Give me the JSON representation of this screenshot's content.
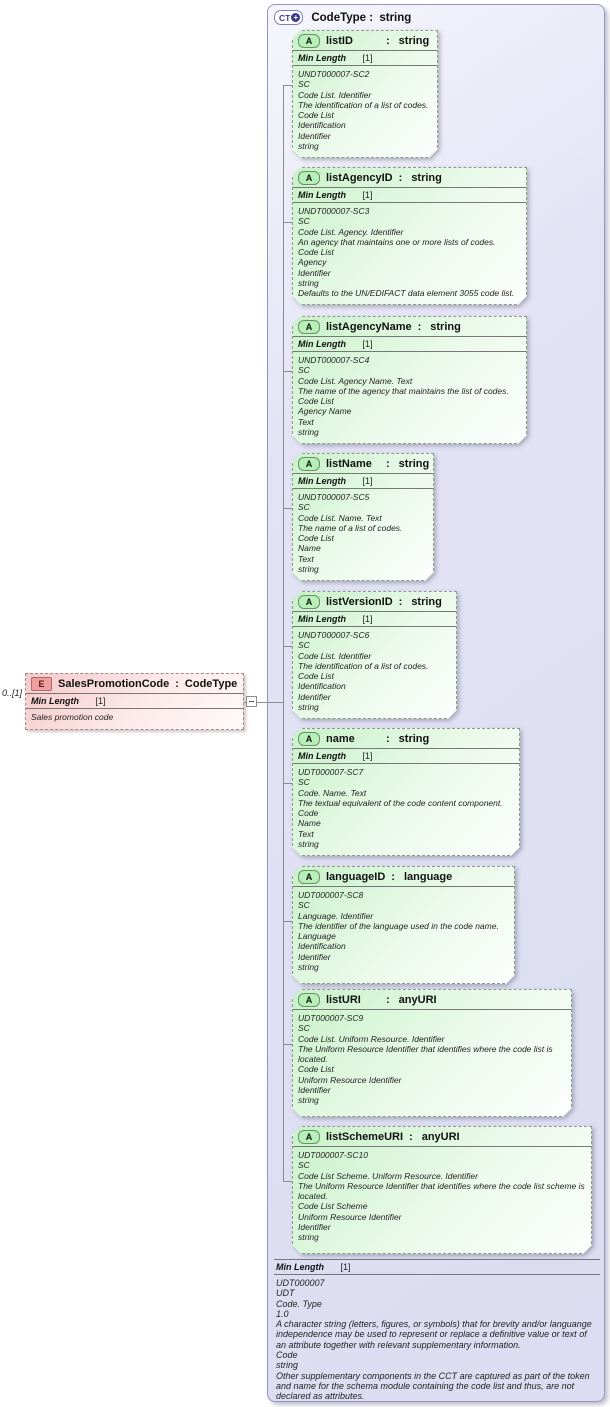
{
  "labels": {
    "colon": ":",
    "min_length": "Min Length",
    "occurs": "[1]"
  },
  "icons": {
    "complex_type": "CT",
    "plus": "+",
    "attribute": "A",
    "element": "E"
  },
  "element": {
    "cardinality": "0..[1]",
    "name": "SalesPromotionCode",
    "type": "CodeType",
    "doc": [
      "Sales promotion code"
    ]
  },
  "complex_type": {
    "name": "CodeType",
    "type": "string",
    "attributes": [
      {
        "name": "listID",
        "type": "string",
        "doc": [
          "UNDT000007-SC2",
          "SC",
          "Code List. Identifier",
          "The identification of a list of codes.",
          "Code List",
          "Identification",
          "Identifier",
          "string"
        ]
      },
      {
        "name": "listAgencyID",
        "type": "string",
        "doc": [
          "UNDT000007-SC3",
          "SC",
          "Code List. Agency. Identifier",
          "An agency that maintains one or more lists of codes.",
          "Code List",
          "Agency",
          "Identifier",
          "string",
          "Defaults to the UN/EDIFACT data element 3055 code list."
        ]
      },
      {
        "name": "listAgencyName",
        "type": "string",
        "doc": [
          "UNDT000007-SC4",
          "SC",
          "Code List. Agency Name. Text",
          "The name of the agency that maintains the list of codes.",
          "Code List",
          "Agency Name",
          "Text",
          "string"
        ]
      },
      {
        "name": "listName",
        "type": "string",
        "doc": [
          "UNDT000007-SC5",
          "SC",
          "Code List. Name. Text",
          "The name of a list of codes.",
          "Code List",
          "Name",
          "Text",
          "string"
        ]
      },
      {
        "name": "listVersionID",
        "type": "string",
        "doc": [
          "UNDT000007-SC6",
          "SC",
          "Code List. Identifier",
          "The identification of a list of codes.",
          "Code List",
          "Identification",
          "Identifier",
          "string"
        ]
      },
      {
        "name": "name",
        "type": "string",
        "doc": [
          "UDT000007-SC7",
          "SC",
          "Code. Name. Text",
          "The textual equivalent of the code content component.",
          "Code",
          "Name",
          "Text",
          "string"
        ]
      },
      {
        "name": "languageID",
        "type": "language",
        "doc": [
          "UDT000007-SC8",
          "SC",
          "Language. Identifier",
          "The identifier of the language used in the code name.",
          "Language",
          "Identification",
          "Identifier",
          "string"
        ]
      },
      {
        "name": "listURI",
        "type": "anyURI",
        "doc": [
          "UDT000007-SC9",
          "SC",
          "Code List. Uniform Resource. Identifier",
          "The Uniform Resource Identifier that identifies where the code list is located.",
          "Code List",
          "Uniform Resource Identifier",
          "Identifier",
          "string"
        ]
      },
      {
        "name": "listSchemeURI",
        "type": "anyURI",
        "doc": [
          "UDT000007-SC10",
          "SC",
          "Code List Scheme. Uniform Resource. Identifier",
          "The Uniform Resource Identifier that identifies where the code list scheme is located.",
          "Code List Scheme",
          "Uniform Resource Identifier",
          "Identifier",
          "string"
        ]
      }
    ],
    "doc": [
      "UDT000007",
      "UDT",
      "Code. Type",
      "1.0",
      "A character string (letters, figures, or symbols) that for brevity and/or languange independence may be used to represent or replace a definitive value or text of an attribute together with relevant supplementary information.",
      "Code",
      "string",
      "Other supplementary components in the CCT are captured as part of the token and name for the schema module containing the code list and thus, are not declared as attributes."
    ]
  }
}
